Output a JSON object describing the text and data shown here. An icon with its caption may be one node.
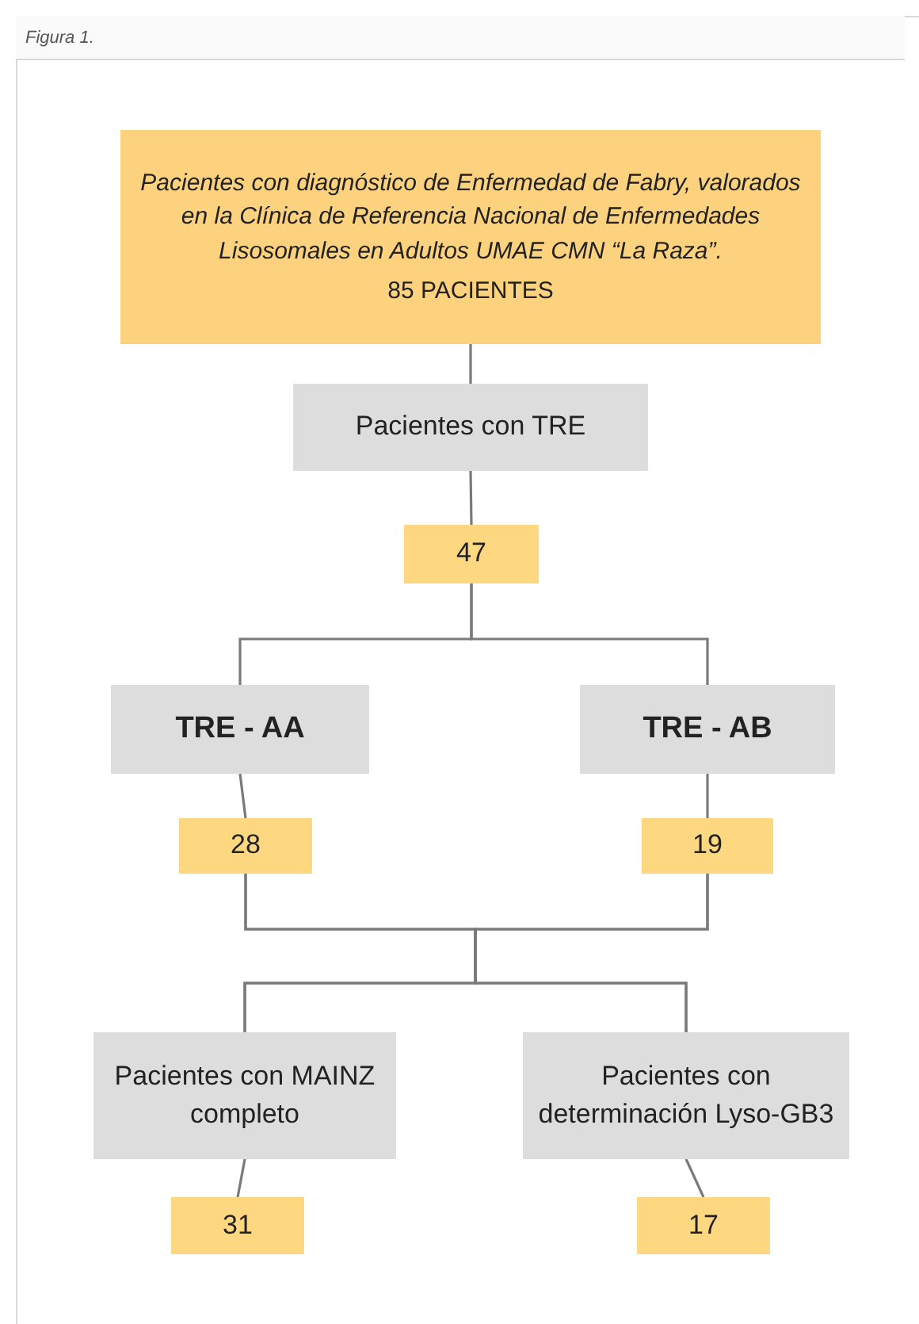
{
  "diagram": {
    "nodes": [
      {
        "text": [
          "Pacientes con diagnóstico de Enfermedad de Fabry, valorados en la Clínica de Referencia Nacional de Enfermedades Lisosomales en Adultos UMAE CMN “La Raza”.",
          "85 PACIENTES"
        ]
      },
      {
        "text": [
          "Pacientes con TRE"
        ]
      },
      {
        "text": [
          "47"
        ]
      },
      {
        "text": [
          "TRE - AA"
        ]
      },
      {
        "text": [
          "TRE - AB"
        ]
      },
      {
        "text": [
          "28"
        ]
      },
      {
        "text": [
          "19"
        ]
      },
      {
        "text": [
          "Pacientes con MAINZ completo"
        ]
      },
      {
        "text": [
          "Pacientes con determinación Lyso-GB3"
        ]
      },
      {
        "text": [
          "31"
        ]
      },
      {
        "text": [
          "17"
        ]
      }
    ],
    "edges": [
      {
        "from": 0,
        "to": 1,
        "arrow": "none"
      },
      {
        "from": 1,
        "to": 2,
        "arrow": "none"
      },
      {
        "from": 2,
        "to": 3,
        "arrow": "none"
      },
      {
        "from": 2,
        "to": 4,
        "arrow": "none"
      },
      {
        "from": 3,
        "to": 5,
        "arrow": "none"
      },
      {
        "from": 4,
        "to": 6,
        "arrow": "none"
      },
      {
        "from": 5,
        "to": 7,
        "arrow": "none"
      },
      {
        "from": 5,
        "to": 8,
        "arrow": "none"
      },
      {
        "from": 6,
        "to": 7,
        "arrow": "none"
      },
      {
        "from": 6,
        "to": 8,
        "arrow": "none"
      },
      {
        "from": 7,
        "to": 9,
        "arrow": "none"
      },
      {
        "from": 8,
        "to": 10,
        "arrow": "none"
      }
    ],
    "labels": [
      "Figura 1."
    ]
  }
}
